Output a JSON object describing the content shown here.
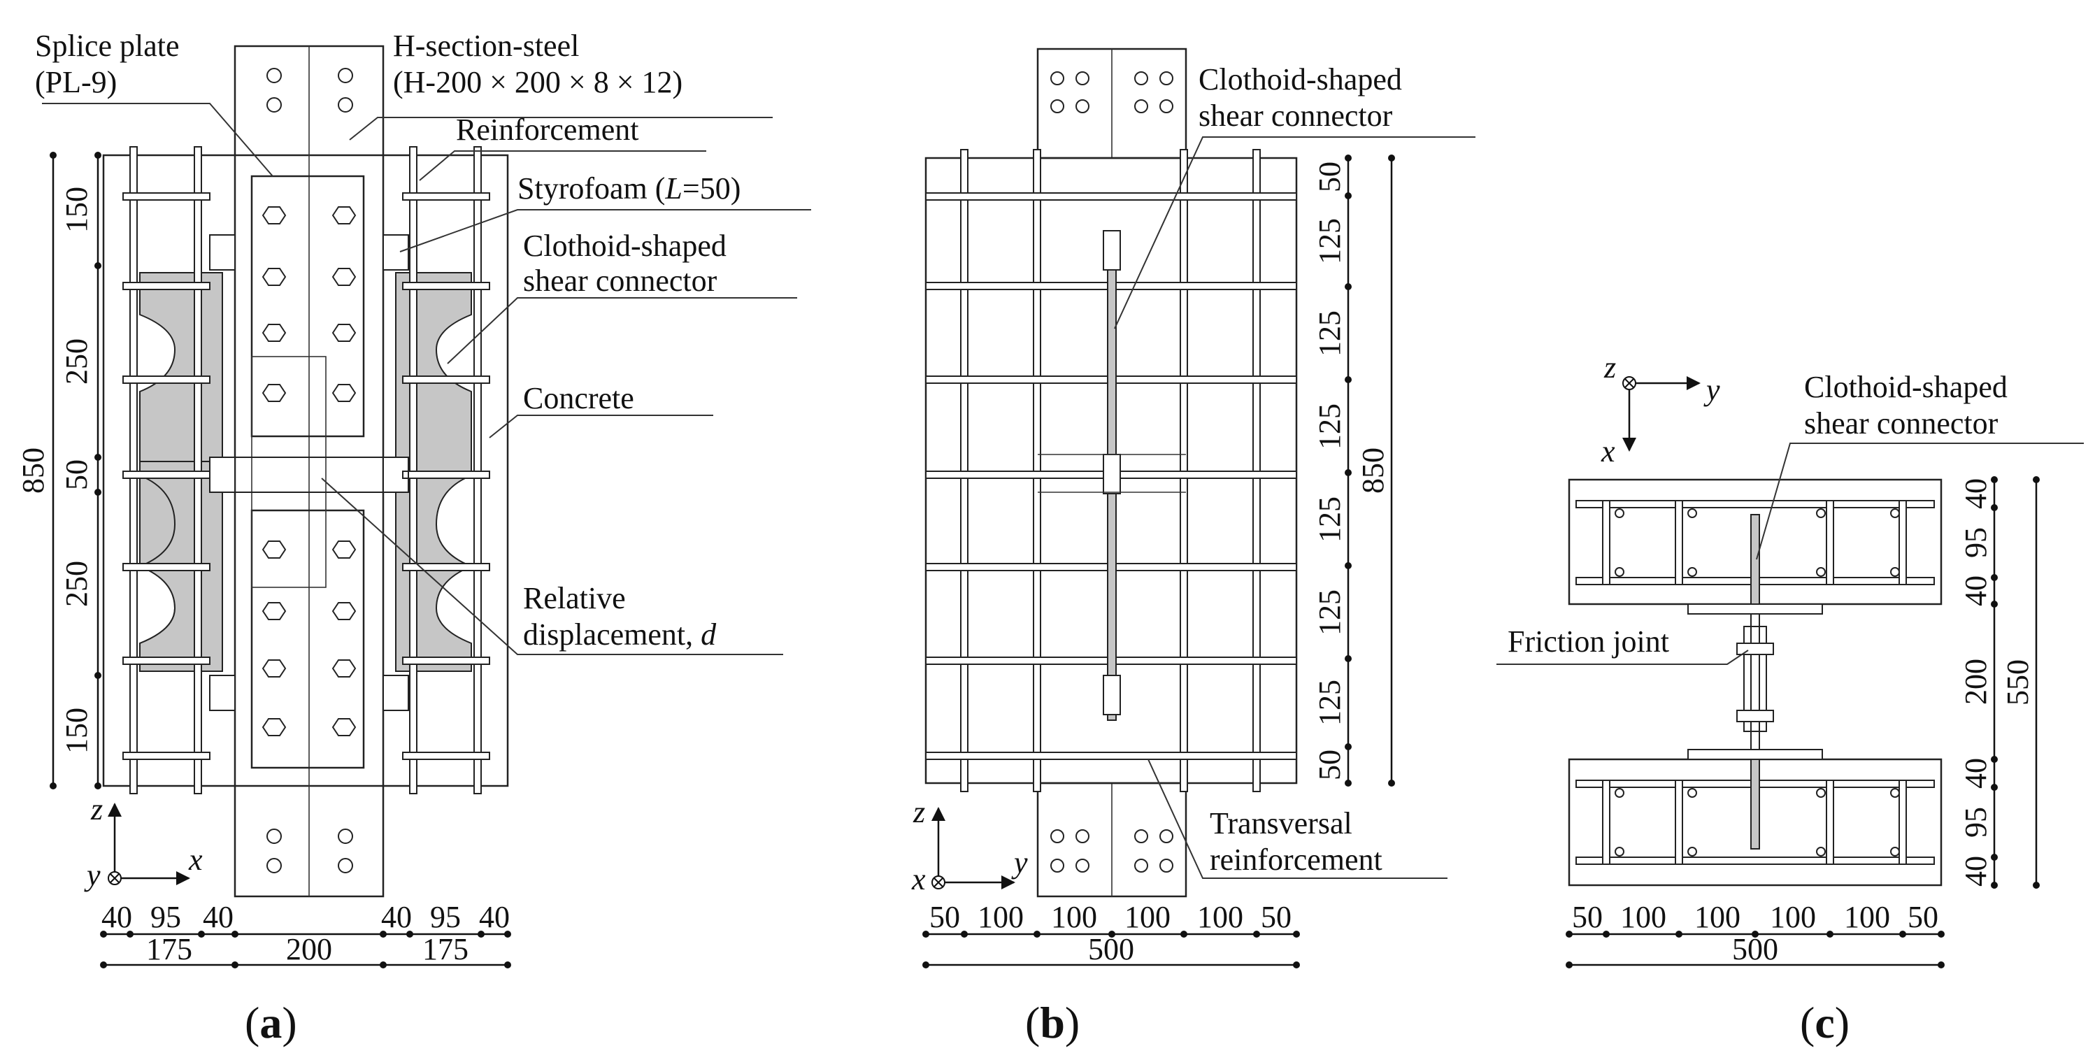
{
  "panel_a": {
    "splice_plate_1": "Splice plate",
    "splice_plate_2": "(PL-9)",
    "h_section_1": "H-section-steel",
    "h_section_2": "(H-200 × 200 × 8 × 12)",
    "reinforcement": "Reinforcement",
    "styrofoam_pre": "Styrofoam (",
    "styrofoam_var": "L",
    "styrofoam_post": "=50)",
    "connector_1": "Clothoid-shaped",
    "connector_2": "shear connector",
    "concrete": "Concrete",
    "relative_1": "Relative",
    "relative_2": "displacement, ",
    "relative_var": "d",
    "dim_left": [
      "150",
      "250",
      "50",
      "250",
      "150"
    ],
    "dim_total": "850",
    "dim_bottom_top": [
      "40",
      "95",
      "40",
      "40",
      "95",
      "40"
    ],
    "dim_bottom": [
      "175",
      "200",
      "175"
    ],
    "axis_z": "z",
    "axis_y": "y",
    "axis_x": "x",
    "caption_open": "(",
    "caption_letter": "a",
    "caption_close": ")"
  },
  "panel_b": {
    "connector_1": "Clothoid-shaped",
    "connector_2": "shear connector",
    "transversal_1": "Transversal",
    "transversal_2": "reinforcement",
    "dim_right": [
      "50",
      "125",
      "125",
      "125",
      "125",
      "125",
      "125",
      "50"
    ],
    "dim_total": "850",
    "dim_bottom_top": [
      "50",
      "100",
      "100",
      "100",
      "100",
      "50"
    ],
    "dim_bottom": "500",
    "axis_z": "z",
    "axis_x": "x",
    "axis_y": "y",
    "caption_open": "(",
    "caption_letter": "b",
    "caption_close": ")"
  },
  "panel_c": {
    "connector_1": "Clothoid-shaped",
    "connector_2": "shear connector",
    "friction": "Friction joint",
    "dim_right_top": [
      "40",
      "95",
      "40"
    ],
    "dim_mid": "200",
    "dim_right_bottom": [
      "40",
      "95",
      "40"
    ],
    "dim_total": "550",
    "dim_bottom_top": [
      "50",
      "100",
      "100",
      "100",
      "100",
      "50"
    ],
    "dim_bottom": "500",
    "axis_z": "z",
    "axis_y": "y",
    "axis_x": "x",
    "caption_open": "(",
    "caption_letter": "c",
    "caption_close": ")"
  },
  "colors": {
    "line": "#222222",
    "hatch": "#c6c6c6",
    "background": "#ffffff"
  }
}
